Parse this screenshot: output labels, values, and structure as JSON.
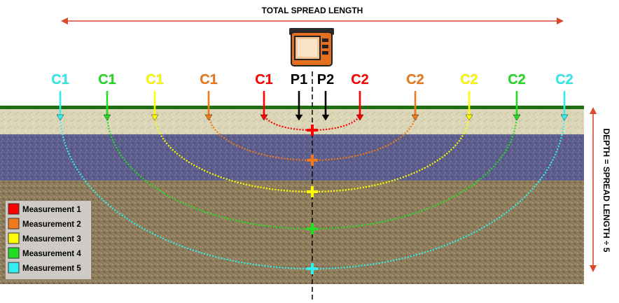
{
  "title": "TOTAL SPREAD LENGTH",
  "depth_label": "DEPTH = SPREAD LENGTH ÷ 5",
  "colors": {
    "arrow_red": "#d9482b",
    "ground_line": "#1f6f12",
    "layer_top": "#dcd6b8",
    "layer_middle": "#5c5d8a",
    "layer_bottom": "#8c7c5c",
    "center_line": "#111111"
  },
  "instrument": {
    "icon": "resistivity-meter-icon"
  },
  "potential_electrodes": [
    {
      "label": "P1",
      "color": "#000000"
    },
    {
      "label": "P2",
      "color": "#000000"
    }
  ],
  "current_electrode_pairs": [
    {
      "left_label": "C1",
      "right_label": "C2",
      "color": "#ff0000",
      "measurement": 1
    },
    {
      "left_label": "C1",
      "right_label": "C2",
      "color": "#f07a1a",
      "measurement": 2
    },
    {
      "left_label": "C1",
      "right_label": "C2",
      "color": "#ffff00",
      "measurement": 3
    },
    {
      "left_label": "C1",
      "right_label": "C2",
      "color": "#22dd22",
      "measurement": 4
    },
    {
      "left_label": "C1",
      "right_label": "C2",
      "color": "#33eeee",
      "measurement": 5
    }
  ],
  "legend": [
    {
      "label": "Measurement 1",
      "color": "#ff0000"
    },
    {
      "label": "Measurement 2",
      "color": "#f07a1a"
    },
    {
      "label": "Measurement 3",
      "color": "#ffff00"
    },
    {
      "label": "Measurement 4",
      "color": "#22dd22"
    },
    {
      "label": "Measurement 5",
      "color": "#33eeee"
    }
  ]
}
